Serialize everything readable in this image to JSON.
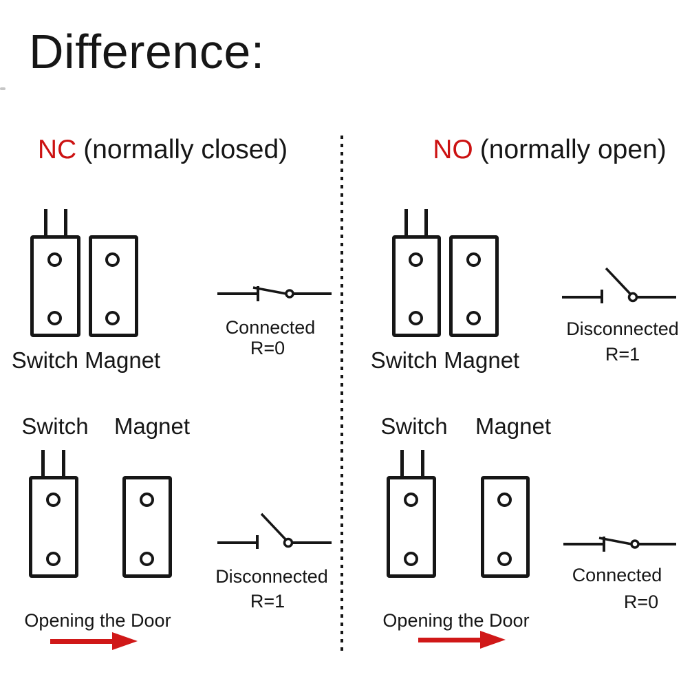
{
  "title": "Difference:",
  "colors": {
    "accent_red": "#cc1212",
    "arrow_red": "#d01818",
    "ink": "#161616"
  },
  "columns": {
    "left": {
      "header": {
        "abbr": "NC",
        "rest": "(normally closed)"
      },
      "closed_door": {
        "device_label": "Switch Magnet",
        "status": "Connected",
        "resistance": "R=0",
        "symbol": "closed-switch"
      },
      "open_door": {
        "switch_label": "Switch",
        "magnet_label": "Magnet",
        "status": "Disconnected",
        "resistance": "R=1",
        "symbol": "open-switch",
        "action": "Opening the Door"
      }
    },
    "right": {
      "header": {
        "abbr": "NO",
        "rest": "(normally open)"
      },
      "closed_door": {
        "device_label": "Switch Magnet",
        "status": "Disconnected",
        "resistance": "R=1",
        "symbol": "open-switch"
      },
      "open_door": {
        "switch_label": "Switch",
        "magnet_label": "Magnet",
        "status": "Connected",
        "resistance": "R=0",
        "symbol": "closed-switch",
        "action": "Opening the Door"
      }
    }
  }
}
